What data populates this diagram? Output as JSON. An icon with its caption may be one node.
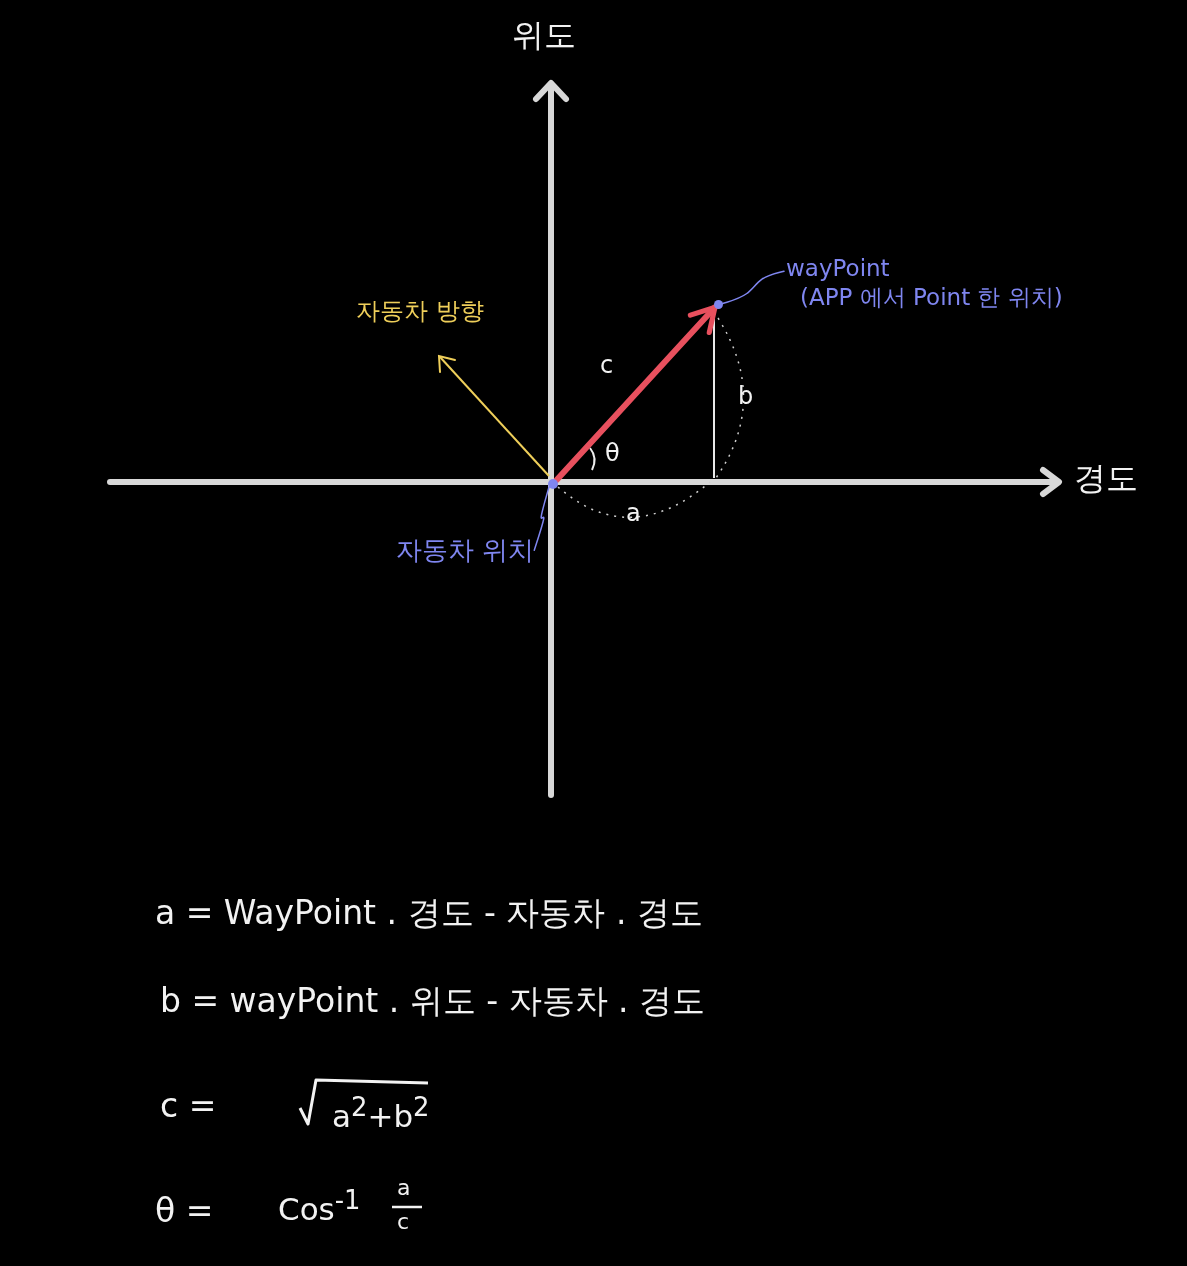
{
  "diagram": {
    "nodes": [
      {
        "text": [],
        "shape": "circle"
      },
      {
        "text": [
          "자동차 위치"
        ]
      },
      {
        "text": [],
        "shape": "circle"
      },
      {
        "text": [
          "wayPoint",
          "(APP 에서 Point 한 위치)"
        ]
      }
    ],
    "edges": [
      {
        "from": 0,
        "to": 2,
        "arrow": "to",
        "style": "thick",
        "color": "#e8505e"
      },
      {
        "from": 1,
        "to": 0,
        "arrow": "none",
        "color": "#7f86f0"
      },
      {
        "from": 3,
        "to": 2,
        "arrow": "none",
        "color": "#7f86f0"
      }
    ],
    "labels": [
      "위도",
      "자동차 방향",
      "c",
      "b",
      "θ",
      "경도",
      "a",
      "a = WayPoint . 경도 - 자동차 . 경도",
      "b = wayPoint . 위도 - 자동차 . 경도",
      "c =",
      "a$^{2}$+b$^{2}$",
      "θ =",
      "Cos$^{-1}$",
      "a",
      "c"
    ]
  }
}
